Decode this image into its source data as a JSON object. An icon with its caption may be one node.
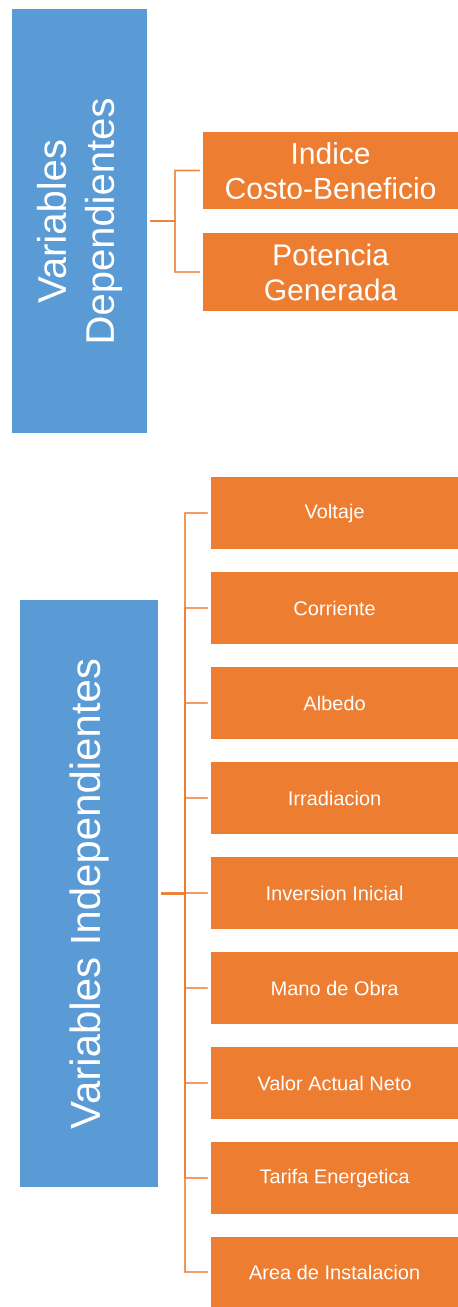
{
  "diagram": {
    "nodes": [
      {
        "text": [
          "Variables Dependientes"
        ]
      },
      {
        "text": [
          "Indice Costo-Beneficio"
        ]
      },
      {
        "text": [
          "Potencia Generada"
        ]
      },
      {
        "text": [
          "Variables Independientes"
        ]
      },
      {
        "text": [
          "Voltaje"
        ]
      },
      {
        "text": [
          "Corriente"
        ]
      },
      {
        "text": [
          "Albedo"
        ]
      },
      {
        "text": [
          "Irradiacion"
        ]
      },
      {
        "text": [
          "Inversion Inicial"
        ]
      },
      {
        "text": [
          "Mano de Obra"
        ]
      },
      {
        "text": [
          "Valor Actual Neto"
        ]
      },
      {
        "text": [
          "Tarifa Energetica"
        ]
      },
      {
        "text": [
          "Area de Instalacion"
        ]
      }
    ],
    "edges": [
      {
        "from": 0,
        "to": 1,
        "arrow": "none"
      },
      {
        "from": 0,
        "to": 2,
        "arrow": "none"
      },
      {
        "from": 3,
        "to": 4,
        "arrow": "none"
      },
      {
        "from": 3,
        "to": 5,
        "arrow": "none"
      },
      {
        "from": 3,
        "to": 6,
        "arrow": "none"
      },
      {
        "from": 3,
        "to": 7,
        "arrow": "none"
      },
      {
        "from": 3,
        "to": 8,
        "arrow": "none"
      },
      {
        "from": 3,
        "to": 9,
        "arrow": "none"
      },
      {
        "from": 3,
        "to": 10,
        "arrow": "none"
      },
      {
        "from": 3,
        "to": 11,
        "arrow": "none"
      },
      {
        "from": 3,
        "to": 12,
        "arrow": "none"
      }
    ]
  }
}
